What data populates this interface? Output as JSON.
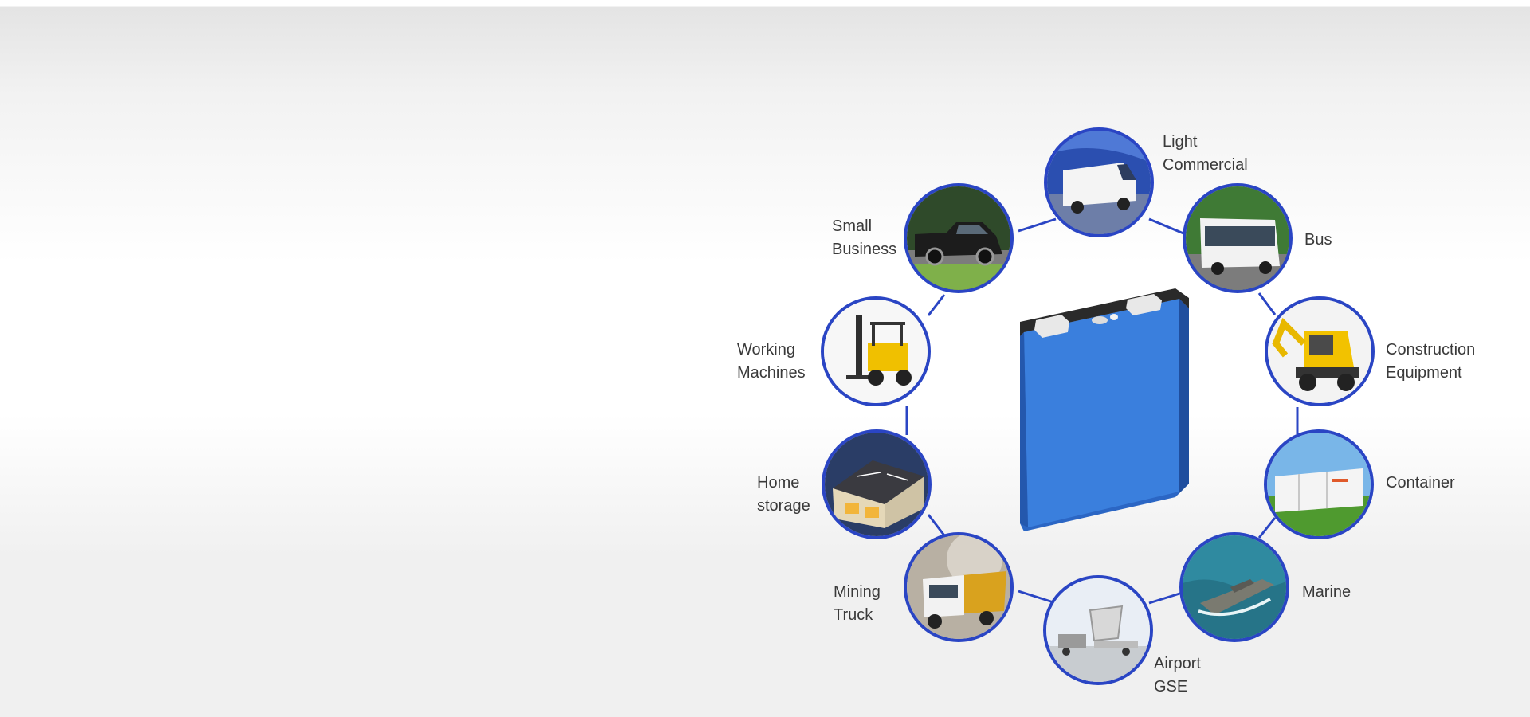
{
  "diagram": {
    "center": {
      "name": "battery-cell-image"
    },
    "applications": [
      {
        "id": "light-commercial",
        "lines": [
          "Light",
          "Commercial"
        ],
        "icon": "van-photo"
      },
      {
        "id": "bus",
        "lines": [
          "Bus"
        ],
        "icon": "bus-photo"
      },
      {
        "id": "construction-equipment",
        "lines": [
          "Construction",
          "Equipment"
        ],
        "icon": "excavator-photo"
      },
      {
        "id": "container",
        "lines": [
          "Container"
        ],
        "icon": "container-photo"
      },
      {
        "id": "marine",
        "lines": [
          "Marine"
        ],
        "icon": "ship-photo"
      },
      {
        "id": "airport-gse",
        "lines": [
          "Airport",
          "GSE"
        ],
        "icon": "airport-vehicle-photo"
      },
      {
        "id": "mining-truck",
        "lines": [
          "Mining",
          "Truck"
        ],
        "icon": "mining-truck-photo"
      },
      {
        "id": "home-storage",
        "lines": [
          "Home",
          "storage"
        ],
        "icon": "house-photo"
      },
      {
        "id": "working-machines",
        "lines": [
          "Working",
          "Machines"
        ],
        "icon": "forklift-photo"
      },
      {
        "id": "small-business",
        "lines": [
          "Small",
          "Business"
        ],
        "icon": "pickup-truck-photo"
      }
    ],
    "colors": {
      "ring": "#2a45c4",
      "battery": "#2f6fcf",
      "label": "#3a3a3a"
    }
  }
}
